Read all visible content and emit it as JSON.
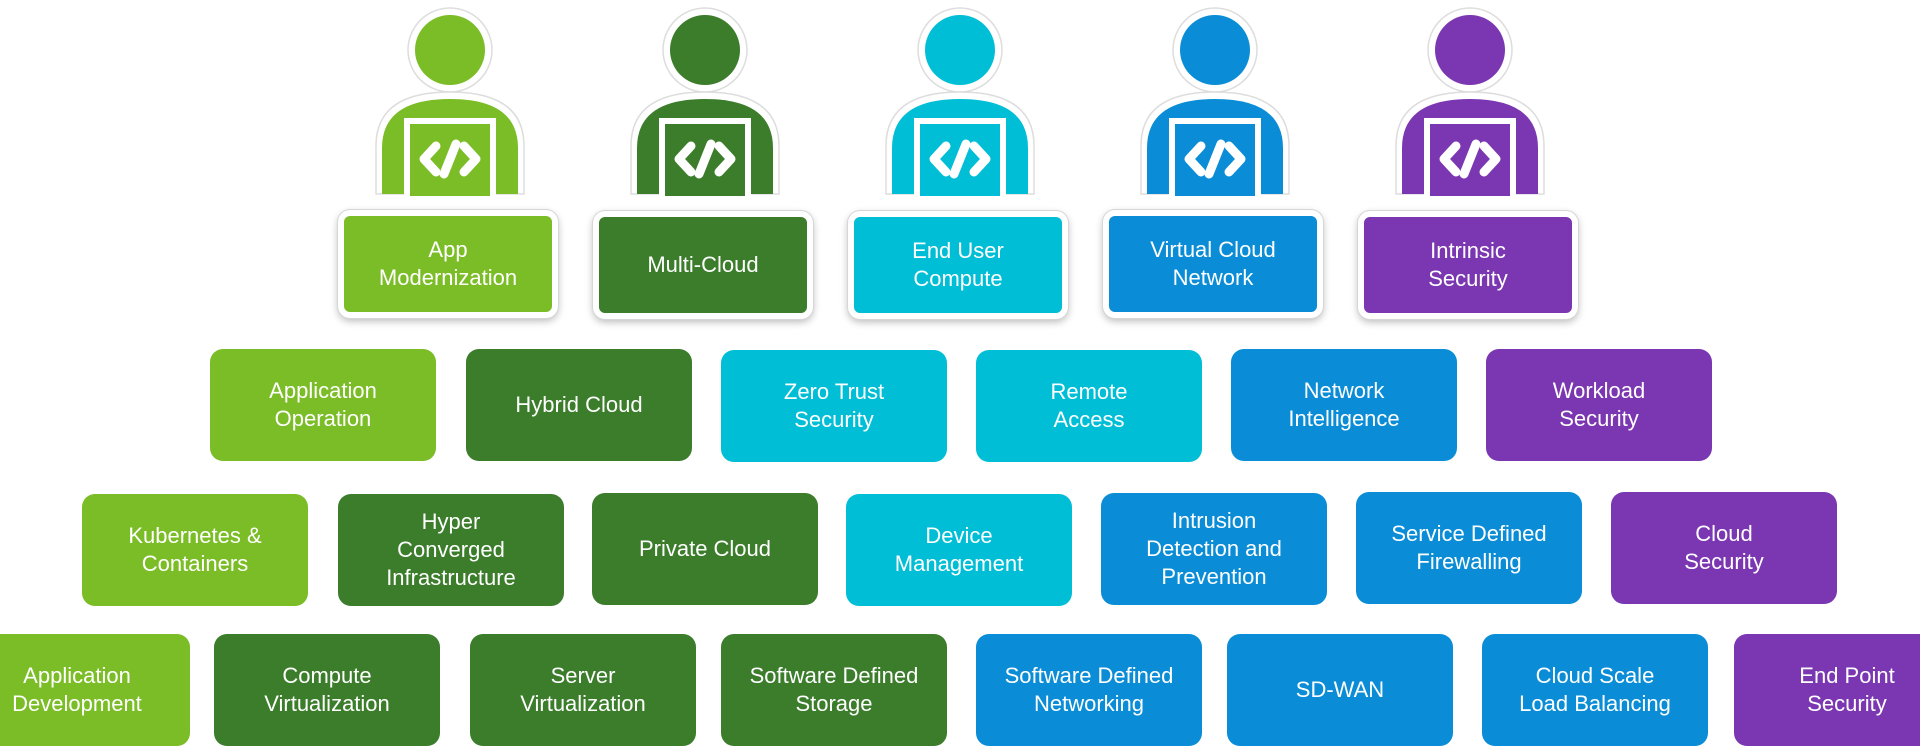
{
  "colors": {
    "light_green": "#7bbd26",
    "dark_green": "#3b7d2b",
    "cyan": "#00bed6",
    "blue": "#0a8dd6",
    "purple": "#7b36b2"
  },
  "icons": {
    "person": "person-at-laptop-icon",
    "laptop_symbol": "code-brackets-icon"
  },
  "developers": [
    {
      "label": "App\nModernization",
      "color": "#7bbd26"
    },
    {
      "label": "Multi-Cloud",
      "color": "#3b7d2b"
    },
    {
      "label": "End User\nCompute",
      "color": "#00bed6"
    },
    {
      "label": "Virtual Cloud\nNetwork",
      "color": "#0a8dd6"
    },
    {
      "label": "Intrinsic\nSecurity",
      "color": "#7b36b2"
    }
  ],
  "row2": [
    {
      "label": "Application\nOperation",
      "color": "#7bbd26"
    },
    {
      "label": "Hybrid Cloud",
      "color": "#3b7d2b"
    },
    {
      "label": "Zero Trust\nSecurity",
      "color": "#00bed6"
    },
    {
      "label": "Remote\nAccess",
      "color": "#00bed6"
    },
    {
      "label": "Network\nIntelligence",
      "color": "#0a8dd6"
    },
    {
      "label": "Workload\nSecurity",
      "color": "#7b36b2"
    }
  ],
  "row3": [
    {
      "label": "Kubernetes &\nContainers",
      "color": "#7bbd26"
    },
    {
      "label": "Hyper\nConverged\nInfrastructure",
      "color": "#3b7d2b"
    },
    {
      "label": "Private Cloud",
      "color": "#3b7d2b"
    },
    {
      "label": "Device\nManagement",
      "color": "#00bed6"
    },
    {
      "label": "Intrusion\nDetection and\nPrevention",
      "color": "#0a8dd6"
    },
    {
      "label": "Service Defined\nFirewalling",
      "color": "#0a8dd6"
    },
    {
      "label": "Cloud\nSecurity",
      "color": "#7b36b2"
    }
  ],
  "row4": [
    {
      "label": "Application\nDevelopment",
      "color": "#7bbd26"
    },
    {
      "label": "Compute\nVirtualization",
      "color": "#3b7d2b"
    },
    {
      "label": "Server\nVirtualization",
      "color": "#3b7d2b"
    },
    {
      "label": "Software Defined\nStorage",
      "color": "#3b7d2b"
    },
    {
      "label": "Software Defined\nNetworking",
      "color": "#0a8dd6"
    },
    {
      "label": "SD-WAN",
      "color": "#0a8dd6"
    },
    {
      "label": "Cloud Scale\nLoad Balancing",
      "color": "#0a8dd6"
    },
    {
      "label": "End Point\nSecurity",
      "color": "#7b36b2"
    }
  ]
}
